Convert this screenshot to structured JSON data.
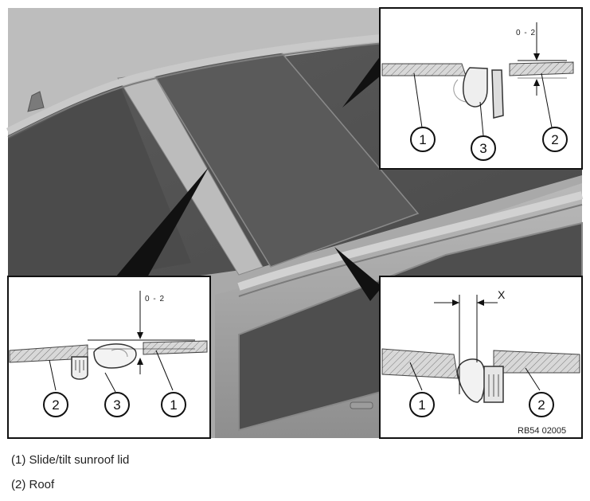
{
  "figure": {
    "reference_code": "RB54 02005",
    "detail_top_right": {
      "gap_label": "0 - 2",
      "callouts": [
        "1",
        "3",
        "2"
      ]
    },
    "detail_bottom_left": {
      "gap_label": "0 - 2",
      "callouts": [
        "2",
        "3",
        "1"
      ]
    },
    "detail_bottom_right": {
      "dimension_label": "X",
      "callouts": [
        "1",
        "2"
      ]
    }
  },
  "legend": [
    "(1) Slide/tilt sunroof lid",
    "(2) Roof"
  ]
}
